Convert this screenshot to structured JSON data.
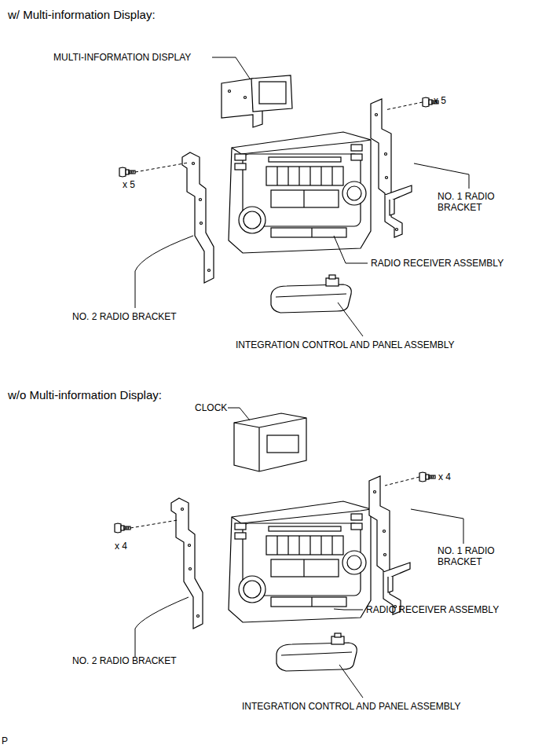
{
  "diagram": {
    "labels": [
      "w/ Multi-information Display:",
      "MULTI-INFORMATION DISPLAY",
      "x 5",
      "x 5",
      "NO. 1 RADIO BRACKET",
      "RADIO RECEIVER ASSEMBLY",
      "NO. 2 RADIO BRACKET",
      "INTEGRATION CONTROL AND PANEL ASSEMBLY",
      "w/o Multi-information Display:",
      "CLOCK",
      "x 4",
      "x 4",
      "NO. 1 RADIO BRACKET",
      "RADIO RECEIVER ASSEMBLY",
      "NO. 2 RADIO BRACKET",
      "INTEGRATION CONTROL AND PANEL ASSEMBLY",
      "P"
    ]
  }
}
